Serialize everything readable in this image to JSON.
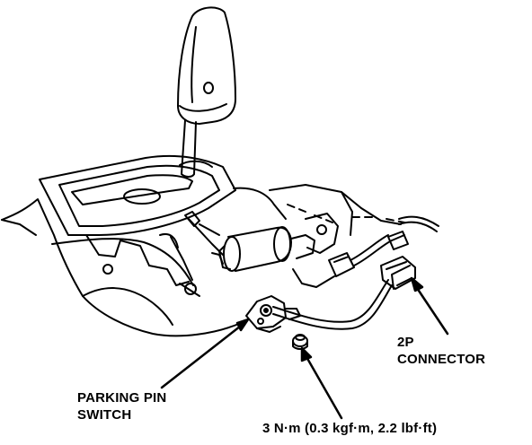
{
  "labels": {
    "connector_line1": "2P",
    "connector_line2": "CONNECTOR",
    "switch_line1": "PARKING PIN",
    "switch_line2": "SWITCH",
    "torque": "3 N·m (0.3 kgf·m, 2.2 lbf·ft)"
  },
  "colors": {
    "ink": "#000000",
    "paper": "#ffffff"
  }
}
